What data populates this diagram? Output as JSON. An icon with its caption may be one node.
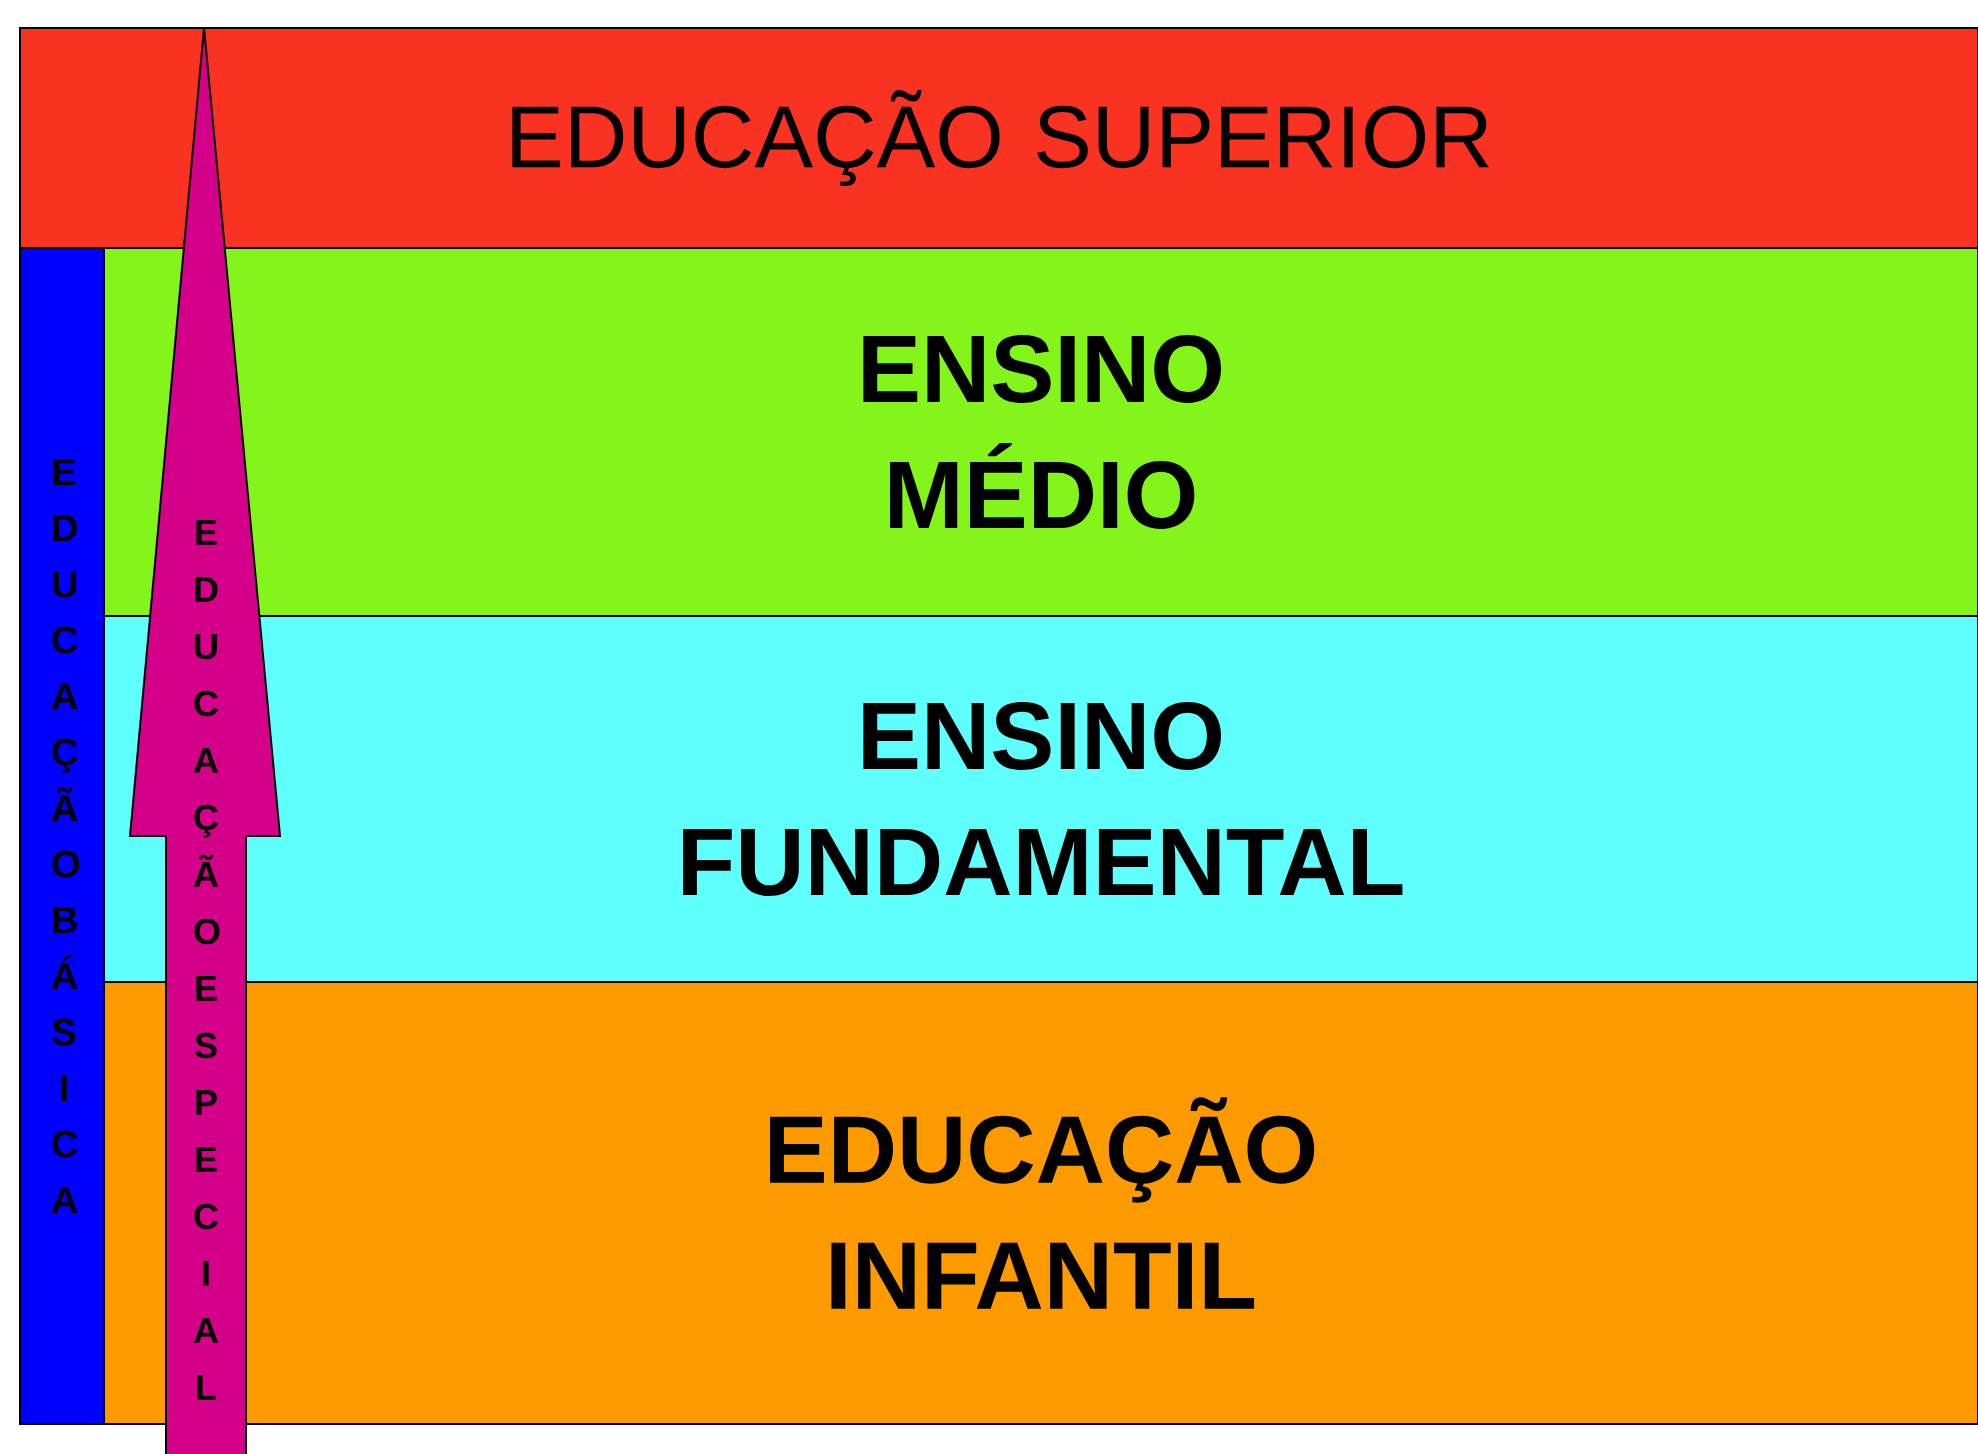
{
  "diagram": {
    "nodes": [
      {
        "text": [
          "EDUCAÇÃO SUPERIOR"
        ]
      },
      {
        "text": [
          "EDUCAÇÃO BÁSICA"
        ]
      },
      {
        "text": [
          "ENSINO MÉDIO"
        ]
      },
      {
        "text": [
          "ENSINO FUNDAMENTAL"
        ]
      },
      {
        "text": [
          "EDUCAÇÃO INFANTIL"
        ]
      },
      {
        "text": [
          "EDUCAÇÃO ESPECIAL"
        ]
      }
    ]
  }
}
